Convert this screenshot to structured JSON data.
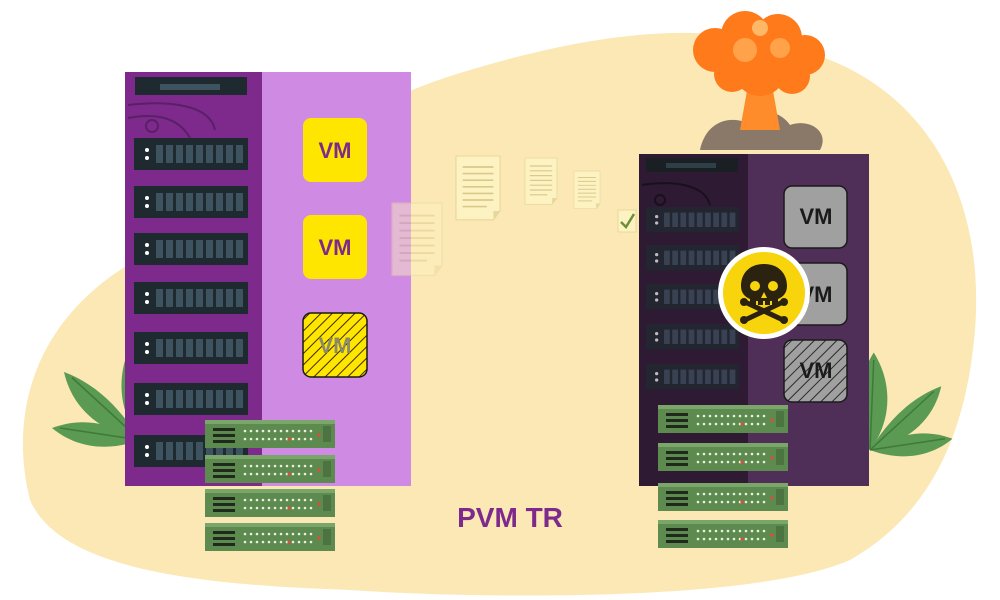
{
  "caption": "PVM TR",
  "colors": {
    "blob": "#fbe8b4",
    "leaf": "#5a9a52",
    "rack_left_dark": "#7d2a8c",
    "rack_left_light": "#cf8ae3",
    "rack_right_dark": "#2e1a33",
    "rack_right_light": "#4f2e57",
    "vm_active": "#ffe600",
    "vm_failed": "#a0a0a0",
    "green_server": "#5d8a4f",
    "skull_badge": "#f7d40c",
    "explosion": "#ff7a1a"
  },
  "source_host": {
    "vms": [
      {
        "label": "VM",
        "state": "active"
      },
      {
        "label": "VM",
        "state": "active"
      },
      {
        "label": "VM",
        "state": "migrating"
      }
    ]
  },
  "target_host": {
    "vms": [
      {
        "label": "VM",
        "state": "failed"
      },
      {
        "label": "VM",
        "state": "failed"
      },
      {
        "label": "VM",
        "state": "failed-migrating"
      }
    ],
    "status_icons": [
      "skull-crossbones-icon",
      "explosion-icon"
    ]
  },
  "transfer": {
    "icons": [
      "document-icon",
      "document-icon",
      "document-icon",
      "document-icon",
      "checkmark-icon"
    ]
  }
}
